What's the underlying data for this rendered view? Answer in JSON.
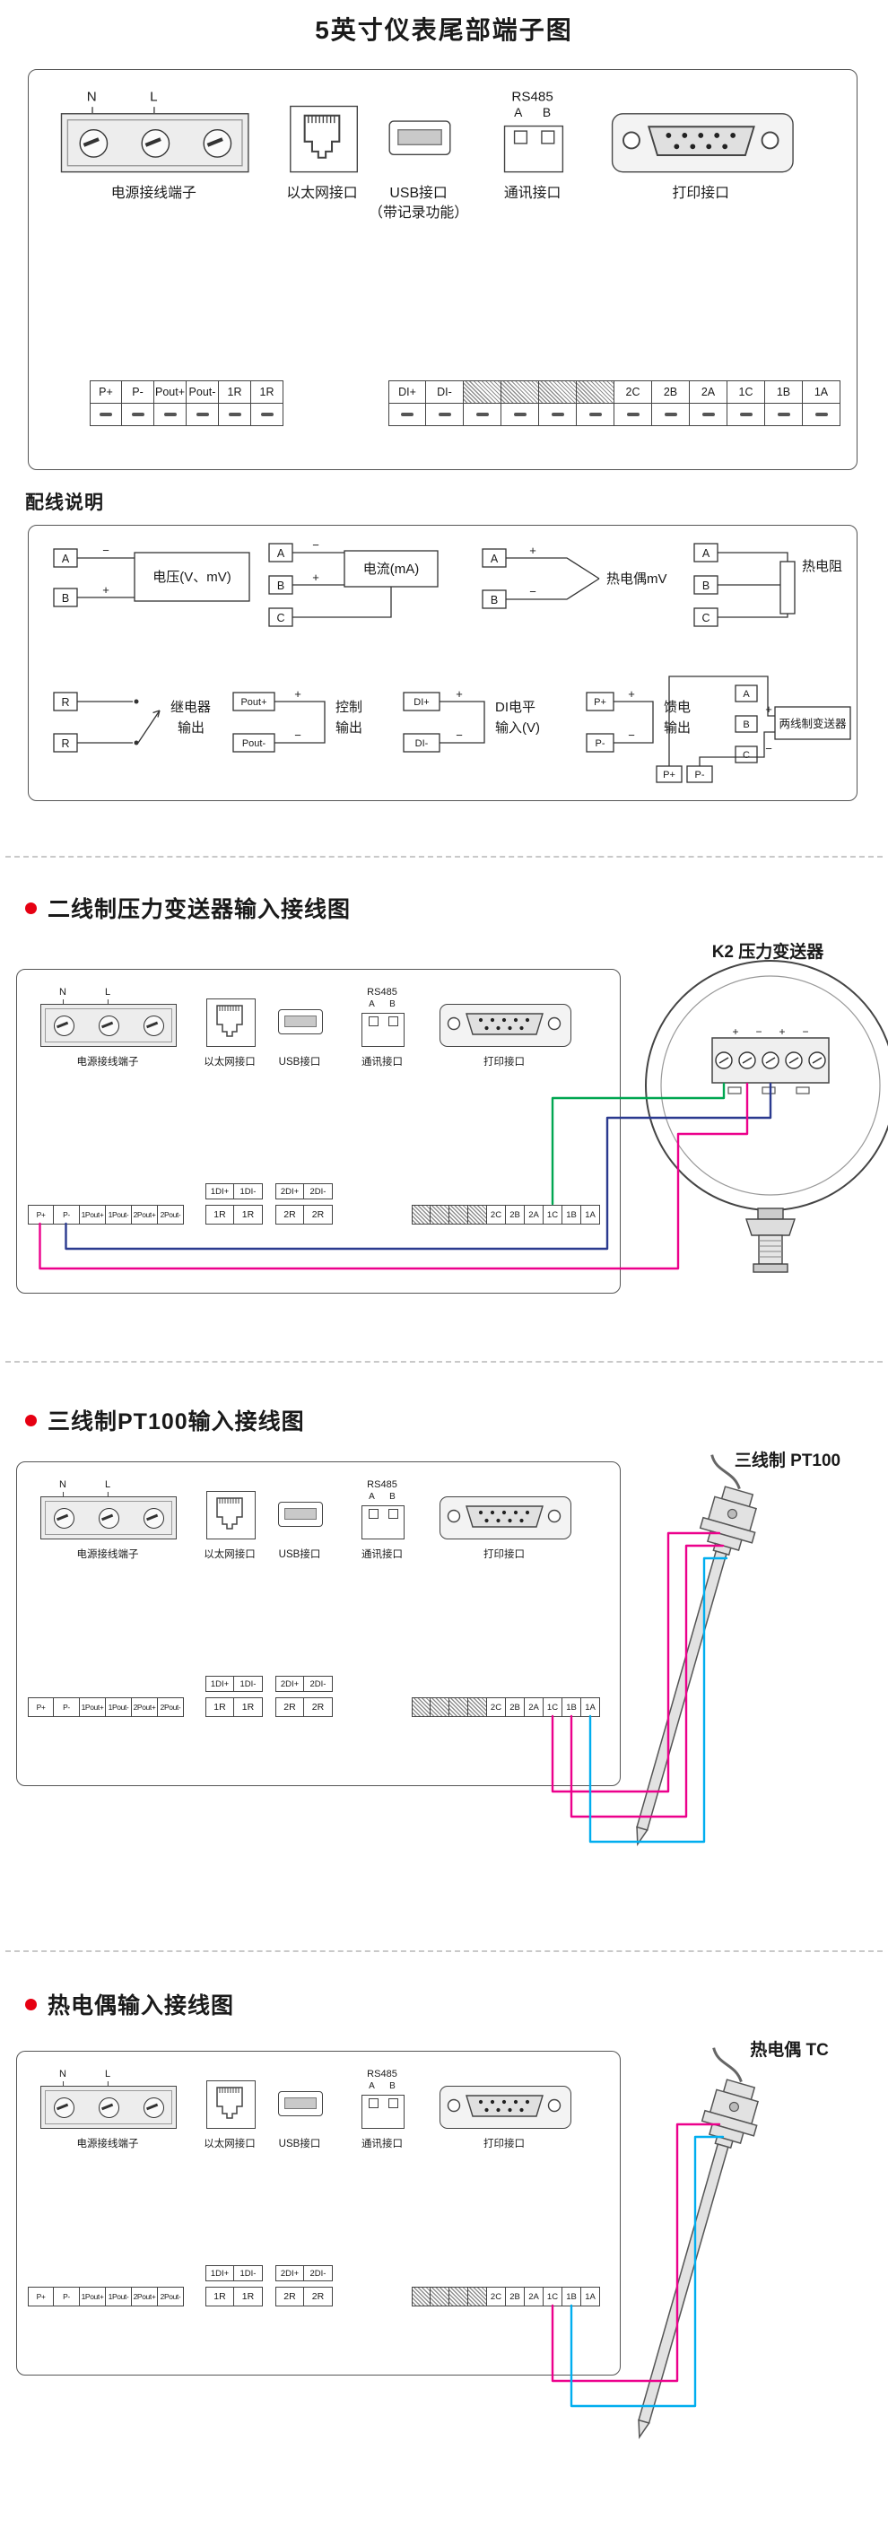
{
  "page": {
    "title": "5英寸仪表尾部端子图",
    "notes_title": "配线说明"
  },
  "connectors": {
    "n": "N",
    "l": "L",
    "power": "电源接线端子",
    "ethernet": "以太网接口",
    "usb": "USB接口",
    "usb_note": "（带记录功能）",
    "rs485": "RS485",
    "a": "A",
    "b": "B",
    "comm": "通讯接口",
    "print": "打印接口"
  },
  "top_panel": {
    "left_cells": [
      "P+",
      "P-",
      "Pout+",
      "Pout-",
      "1R",
      "1R"
    ],
    "right_cells": [
      "DI+",
      "DI-",
      "",
      "",
      "",
      "",
      "2C",
      "2B",
      "2A",
      "1C",
      "1B",
      "1A"
    ]
  },
  "panel": {
    "left_cells": [
      "P+",
      "P-",
      "1Pout+",
      "1Pout-",
      "2Pout+",
      "2Pout-"
    ],
    "di1_header": [
      "1DI+",
      "1DI-"
    ],
    "di2_header": [
      "2DI+",
      "2DI-"
    ],
    "relay1": [
      "1R",
      "1R"
    ],
    "relay2": [
      "2R",
      "2R"
    ],
    "right_cells": [
      "",
      "",
      "",
      "",
      "2C",
      "2B",
      "2A",
      "1C",
      "1B",
      "1A"
    ]
  },
  "notes": {
    "voltage": {
      "a": "A",
      "b": "B",
      "sign_top": "−",
      "sign_bottom": "+",
      "label": "电压(V、mV)"
    },
    "current": {
      "a": "A",
      "b": "B",
      "c": "C",
      "sign_top": "−",
      "sign_bottom": "+",
      "label": "电流(mA)"
    },
    "thermocouple": {
      "a": "A",
      "b": "B",
      "sign_top": "+",
      "sign_bottom": "−",
      "label": "热电偶mV"
    },
    "rtd": {
      "a": "A",
      "b": "B",
      "c": "C",
      "label": "热电阻"
    },
    "relay": {
      "r1": "R",
      "r2": "R",
      "label1": "继电器",
      "label2": "输出"
    },
    "control": {
      "t1": "Pout+",
      "t2": "Pout-",
      "sign_top": "+",
      "sign_bottom": "−",
      "label1": "控制",
      "label2": "输出"
    },
    "di": {
      "t1": "DI+",
      "t2": "DI-",
      "sign_top": "+",
      "sign_bottom": "−",
      "label1": "DI电平",
      "label2": "输入(V)"
    },
    "feed": {
      "t1": "P+",
      "t2": "P-",
      "sign_top": "+",
      "sign_bottom": "−",
      "label1": "馈电",
      "label2": "输出"
    },
    "two_wire": {
      "a": "A",
      "b": "B",
      "c": "C",
      "p1": "P+",
      "p2": "P-",
      "sign_top": "+",
      "sign_bottom": "−",
      "label": "两线制变送器"
    }
  },
  "sections": {
    "pressure": {
      "heading": "二线制压力变送器输入接线图",
      "device_label": "K2 压力变送器",
      "signs": [
        "+",
        "−",
        "+",
        "−"
      ]
    },
    "pt100": {
      "heading": "三线制PT100输入接线图",
      "device_label": "三线制 PT100"
    },
    "tc": {
      "heading": "热电偶输入接线图",
      "device_label": "热电偶 TC"
    }
  },
  "colors": {
    "wire_green": "#00a651",
    "wire_magenta": "#ec008c",
    "wire_blue": "#2b3a8f",
    "wire_cyan": "#00aeef",
    "bullet_red": "#e60012"
  }
}
